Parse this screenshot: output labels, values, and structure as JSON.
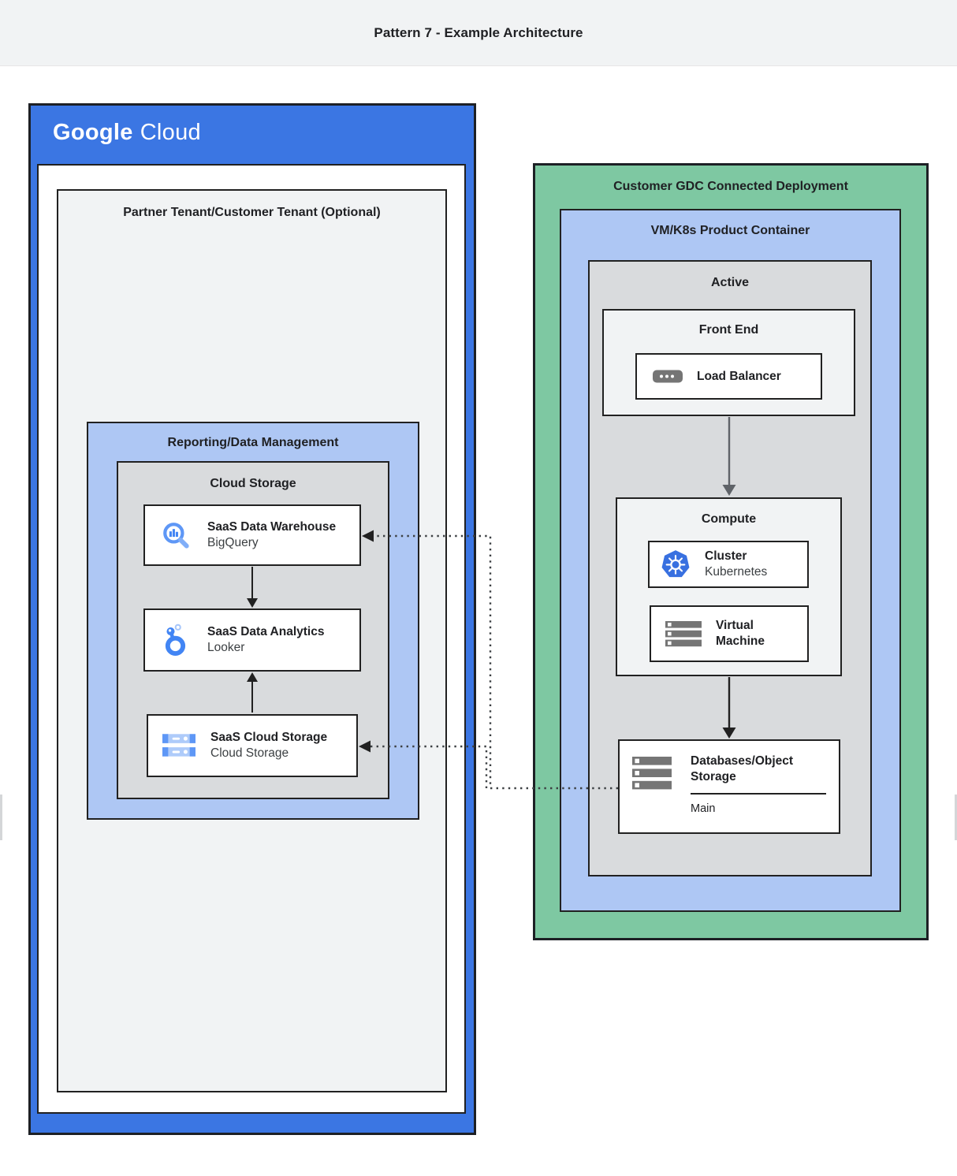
{
  "header": {
    "title": "Pattern 7 - Example Architecture"
  },
  "google_cloud": {
    "logo": {
      "google": "Google",
      "cloud": "Cloud"
    },
    "partner_tenant": {
      "label": "Partner Tenant/Customer Tenant (Optional)"
    },
    "reporting": {
      "label": "Reporting/Data Management"
    },
    "cloud_storage_group": {
      "label": "Cloud Storage"
    },
    "cards": {
      "warehouse": {
        "title": "SaaS Data Warehouse",
        "subtitle": "BigQuery",
        "icon": "bigquery-icon"
      },
      "analytics": {
        "title": "SaaS Data Analytics",
        "subtitle": "Looker",
        "icon": "looker-icon"
      },
      "storage": {
        "title": "SaaS Cloud Storage",
        "subtitle": "Cloud Storage",
        "icon": "cloud-storage-icon"
      }
    }
  },
  "gdc": {
    "label": "Customer GDC Connected Deployment",
    "vmk8s": {
      "label": "VM/K8s Product Container"
    },
    "active": {
      "label": "Active"
    },
    "front_end": {
      "label": "Front End",
      "load_balancer": {
        "title": "Load Balancer",
        "icon": "load-balancer-icon"
      }
    },
    "compute": {
      "label": "Compute",
      "cluster": {
        "title": "Cluster",
        "subtitle": "Kubernetes",
        "icon": "kubernetes-icon"
      },
      "vm": {
        "title": "Virtual Machine",
        "icon": "virtual-machine-icon"
      }
    },
    "databases": {
      "title": "Databases/Object Storage",
      "sub_label": "Main",
      "icon": "databases-object-storage-icon"
    }
  },
  "colors": {
    "google_blue": "#3b76e3",
    "gdc_green": "#7ec8a2",
    "light_blue": "#aec7f4",
    "gray_fill": "#d9dbdd",
    "panel_gray": "#f1f3f4",
    "border_dark": "#212121",
    "icon_blue": "#4285f4",
    "icon_light_blue": "#aecbfa",
    "icon_gray": "#757575",
    "arrow_gray": "#5f6368"
  }
}
